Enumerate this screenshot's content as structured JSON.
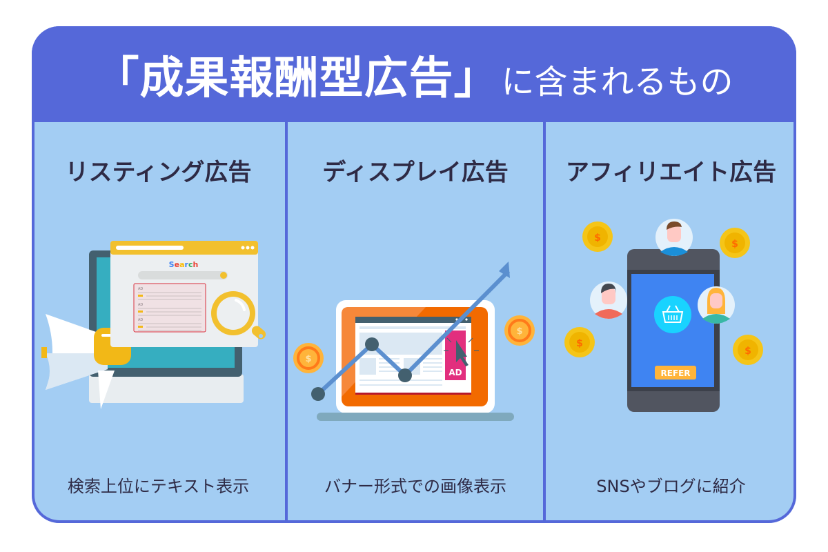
{
  "header": {
    "title_main": "「成果報酬型広告」",
    "title_sub": "に含まれるもの"
  },
  "columns": [
    {
      "title": "リスティング広告",
      "caption": "検索上位にテキスト表示",
      "illustration": {
        "name": "search-ads-illustration",
        "search_label": "Search",
        "ad_labels": [
          "AD",
          "AD",
          "AD"
        ]
      }
    },
    {
      "title": "ディスプレイ広告",
      "caption": "バナー形式での画像表示",
      "illustration": {
        "name": "display-ads-illustration",
        "ad_label": "AD",
        "coin_symbol": "$"
      }
    },
    {
      "title": "アフィリエイト広告",
      "caption": "SNSやブログに紹介",
      "illustration": {
        "name": "affiliate-ads-illustration",
        "button_label": "REFER",
        "coin_symbol": "$"
      }
    }
  ],
  "colors": {
    "header_bg": "#5568d9",
    "panel_bg": "#a3cdf3",
    "text_dark": "#2e2a45",
    "coin": "#f5c518",
    "ad_pink": "#e22f7e",
    "laptop_orange": "#f26a00",
    "phone_screen": "#3f84f2"
  }
}
